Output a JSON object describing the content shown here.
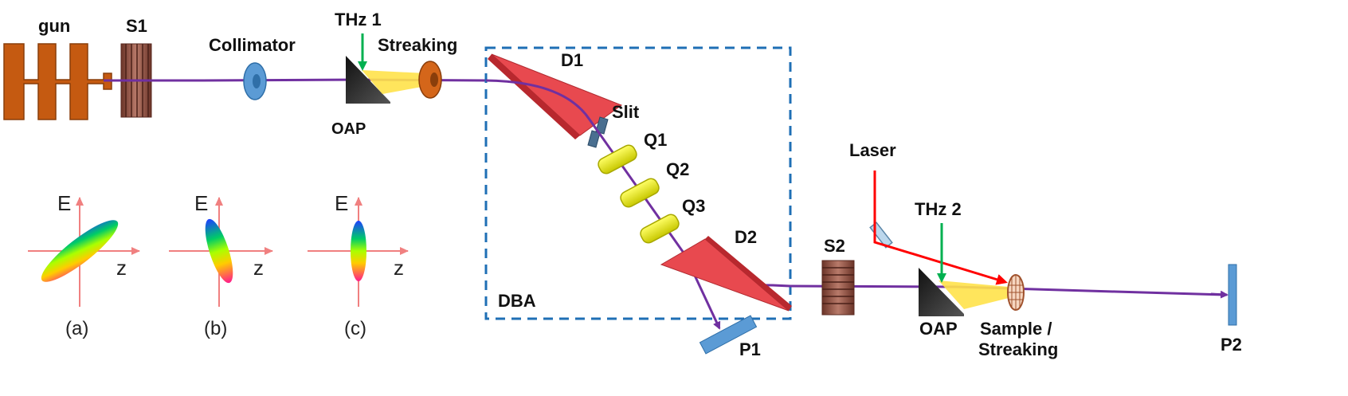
{
  "labels": {
    "gun": "gun",
    "s1": "S1",
    "collimator": "Collimator",
    "thz1": "THz 1",
    "streaking": "Streaking",
    "oap1": "OAP",
    "d1": "D1",
    "slit": "Slit",
    "q1": "Q1",
    "q2": "Q2",
    "q3": "Q3",
    "d2": "D2",
    "dba": "DBA",
    "p1": "P1",
    "s2": "S2",
    "laser": "Laser",
    "thz2": "THz 2",
    "oap2": "OAP",
    "sample_line1": "Sample /",
    "sample_line2": "Streaking",
    "p2": "P2"
  },
  "phase_space": [
    {
      "caption": "(a)",
      "axis_e": "E",
      "axis_z": "z"
    },
    {
      "caption": "(b)",
      "axis_e": "E",
      "axis_z": "z"
    },
    {
      "caption": "(c)",
      "axis_e": "E",
      "axis_z": "z"
    }
  ],
  "colors": {
    "beam": "#7030a0",
    "gun": "#c55a11",
    "solenoid": "#8b4a3a",
    "dipole": "#e8494f",
    "quad": "#ffff33",
    "thz_arrow": "#00b050",
    "laser": "#ff0000",
    "dba_box": "#1f6fb5",
    "screen": "#5b9bd5",
    "axes": "#f08080"
  }
}
